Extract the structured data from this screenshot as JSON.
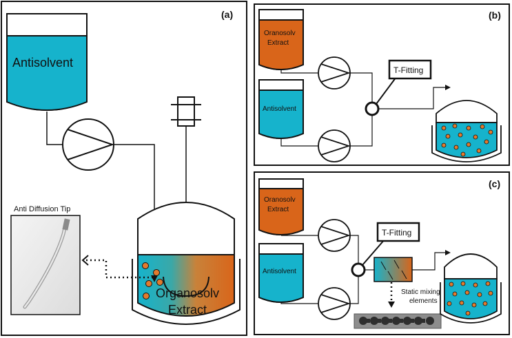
{
  "panels": {
    "a": {
      "label": "(a)",
      "antisolvent_label": "Antisolvent",
      "extract_line1": "Organosolv",
      "extract_line2": "Extract",
      "tip_label": "Anti Diffusion Tip"
    },
    "b": {
      "label": "(b)",
      "extract_line1": "Oranosolv",
      "extract_line2": "Extract",
      "antisolvent_label": "Antisolvent",
      "fitting_label": "T-Fitting"
    },
    "c": {
      "label": "(c)",
      "extract_line1": "Oranosolv",
      "extract_line2": "Extract",
      "antisolvent_label": "Antisolvent",
      "fitting_label": "T-Fitting",
      "mixer_line1": "Static mixing",
      "mixer_line2": "elements"
    }
  },
  "colors": {
    "antisolvent": "#16b3cc",
    "extract": "#d9651a",
    "particle": "#e27a2e",
    "outline": "#111111"
  }
}
